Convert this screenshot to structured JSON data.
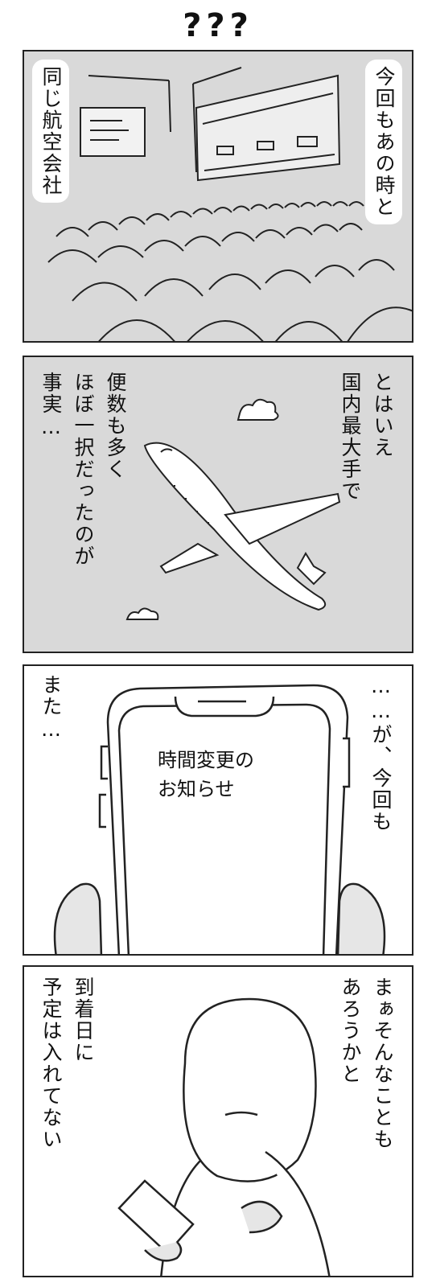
{
  "title": "???",
  "panel1": {
    "caption_right": "今回もあの時と",
    "caption_left": "同じ航空会社"
  },
  "panel2": {
    "caption_right_col1": "とはいえ",
    "caption_right_col2": "国内最大手で",
    "caption_left_col1": "便数も多く",
    "caption_left_col2": "ほぼ一択だったのが",
    "caption_left_col3": "事実…"
  },
  "panel3": {
    "caption_right": "……が、今回も",
    "caption_left": "また…",
    "phone_screen_line1": "時間変更の",
    "phone_screen_line2": "お知らせ"
  },
  "panel4": {
    "caption_right_col1": "まぁそんなことも",
    "caption_right_col2": "あろうかと",
    "caption_left_col1": "到着日に",
    "caption_left_col2": "予定は入れてない"
  }
}
